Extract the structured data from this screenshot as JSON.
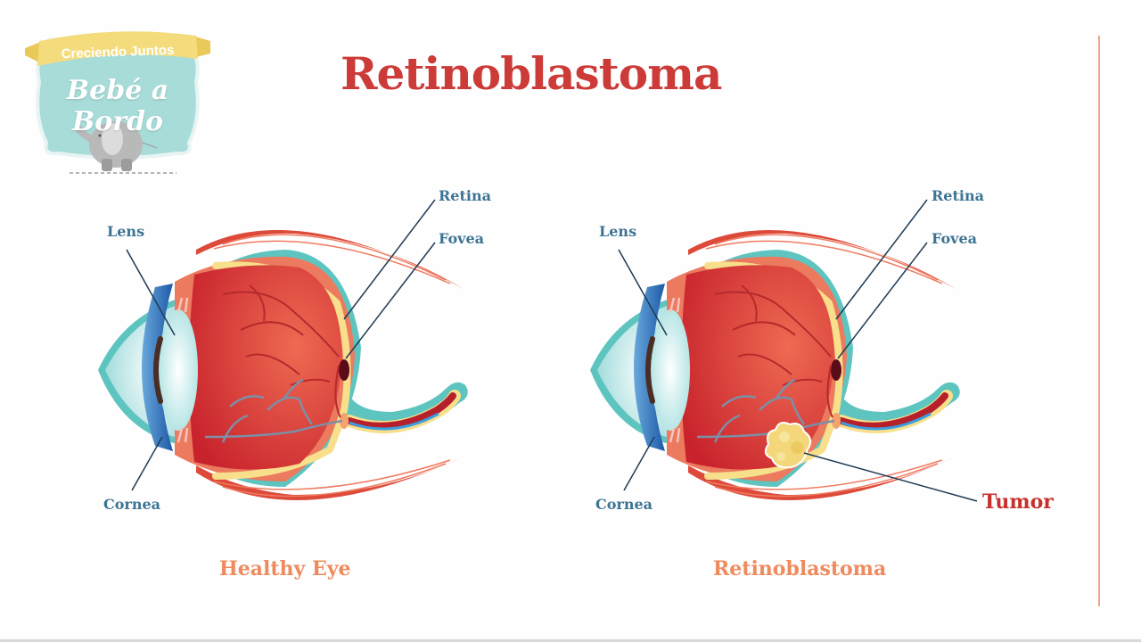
{
  "logo": {
    "banner_text": "Creciendo Juntos",
    "script_text": "Bebé a Bordo",
    "icon": "elephant-icon",
    "colors": {
      "banner": "#f4dc7c",
      "badge": "#a7dcd9",
      "elephant": "#b9b9b9"
    }
  },
  "header": {
    "title": "Retinoblastoma",
    "title_color": "#cc3b37"
  },
  "diagrams": [
    {
      "caption": "Healthy Eye",
      "labels": {
        "lens": "Lens",
        "cornea": "Cornea",
        "retina": "Retina",
        "fovea": "Fovea"
      }
    },
    {
      "caption": "Retinoblastoma",
      "labels": {
        "lens": "Lens",
        "cornea": "Cornea",
        "retina": "Retina",
        "fovea": "Fovea",
        "tumor": "Tumor"
      }
    }
  ],
  "colors": {
    "label_text": "#3d7493",
    "caption_text": "#ef8a5d",
    "tumor_text": "#c8302c",
    "divider": "#f2a58c",
    "sclera_outline": "#5ec4c0",
    "retina_layer": "#f7df8c",
    "eyeball_interior": "#d63a36",
    "muscle": "#dd4a3a",
    "cornea_blue": "#2c6cb8",
    "lens": "#c8eeee",
    "tumor": "#f3d77a"
  }
}
